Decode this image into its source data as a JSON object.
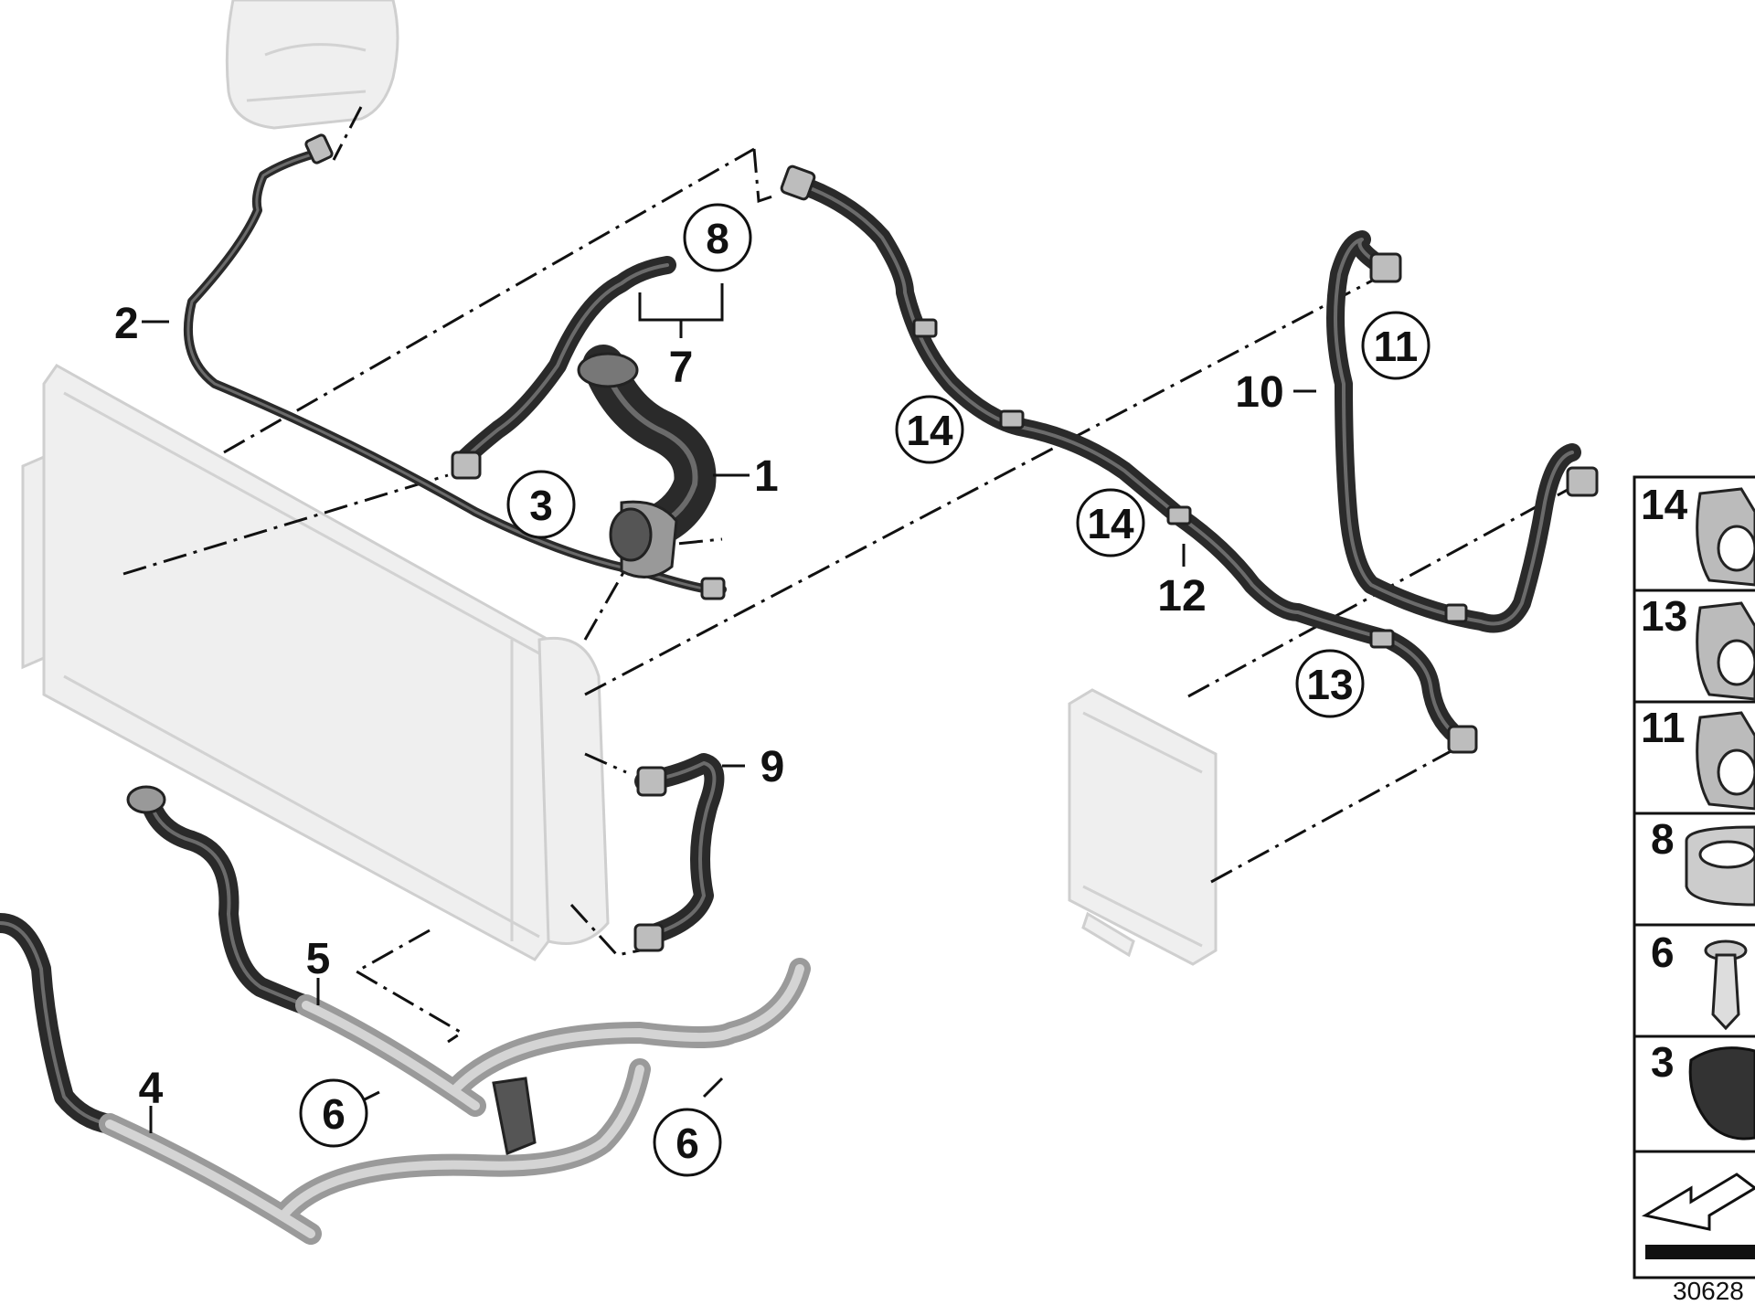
{
  "diagram": {
    "callouts": [
      {
        "num": "1",
        "circled": false
      },
      {
        "num": "2",
        "circled": false
      },
      {
        "num": "3",
        "circled": true
      },
      {
        "num": "4",
        "circled": false
      },
      {
        "num": "5",
        "circled": false
      },
      {
        "num": "6",
        "circled": true
      },
      {
        "num": "6",
        "circled": true
      },
      {
        "num": "7",
        "circled": false
      },
      {
        "num": "8",
        "circled": true
      },
      {
        "num": "9",
        "circled": false
      },
      {
        "num": "10",
        "circled": false
      },
      {
        "num": "11",
        "circled": true
      },
      {
        "num": "12",
        "circled": false
      },
      {
        "num": "13",
        "circled": true
      },
      {
        "num": "14",
        "circled": true
      },
      {
        "num": "14",
        "circled": true
      }
    ],
    "legend": {
      "items": [
        "14",
        "13",
        "11",
        "8",
        "6",
        "3"
      ]
    },
    "drawing_number": "30628"
  }
}
